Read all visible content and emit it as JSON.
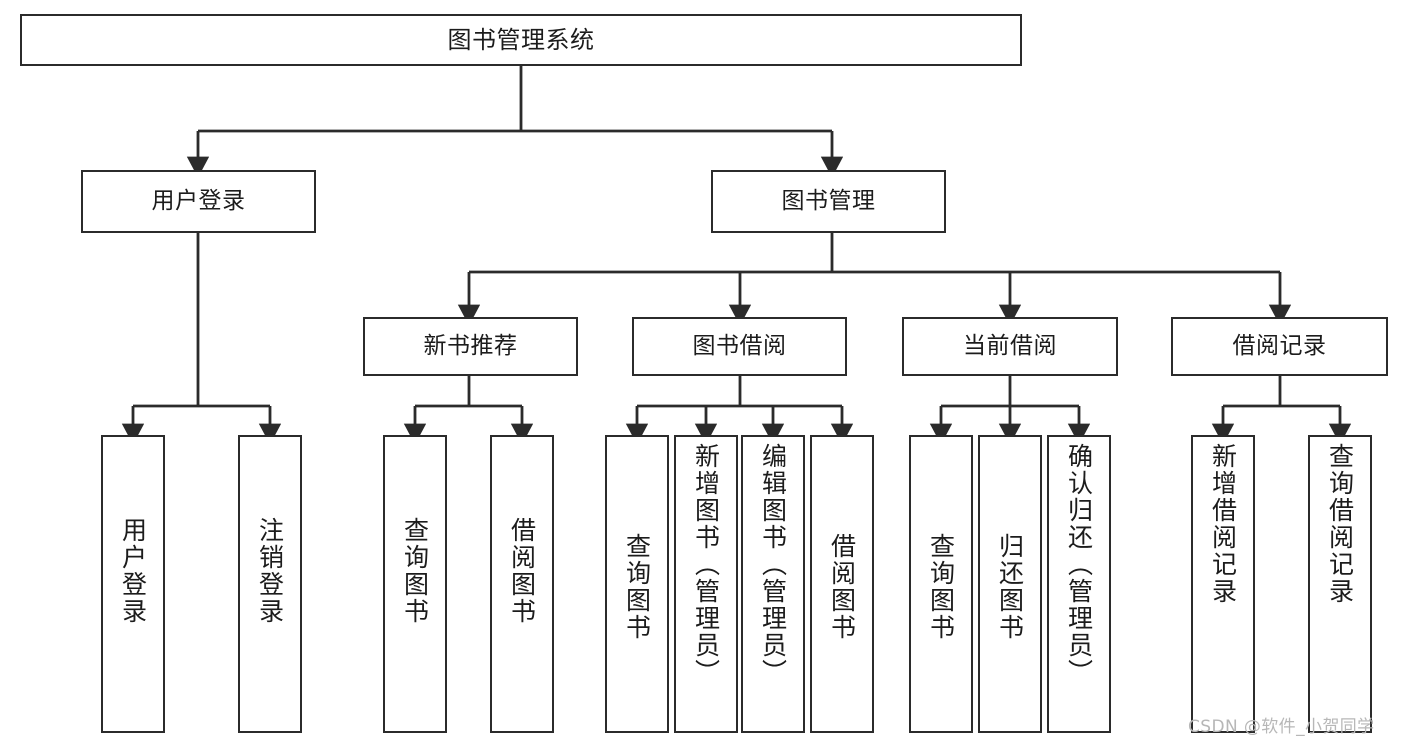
{
  "diagram": {
    "title": "图书管理系统",
    "type": "tree-hierarchy",
    "root": {
      "id": "root",
      "label": "图书管理系统"
    },
    "level1": [
      {
        "id": "user-login",
        "label": "用户登录"
      },
      {
        "id": "book-manage",
        "label": "图书管理"
      }
    ],
    "level2": [
      {
        "id": "new-book-recommend",
        "label": "新书推荐",
        "parent": "book-manage"
      },
      {
        "id": "book-borrow",
        "label": "图书借阅",
        "parent": "book-manage"
      },
      {
        "id": "current-borrow",
        "label": "当前借阅",
        "parent": "book-manage"
      },
      {
        "id": "borrow-record",
        "label": "借阅记录",
        "parent": "book-manage"
      }
    ],
    "leaves": [
      {
        "id": "leaf-user-login",
        "label": "用户登录",
        "parent": "user-login"
      },
      {
        "id": "leaf-logout-login",
        "label": "注销登录",
        "parent": "user-login"
      },
      {
        "id": "leaf-query-book-1",
        "label": "查询图书",
        "parent": "new-book-recommend"
      },
      {
        "id": "leaf-borrow-book-1",
        "label": "借阅图书",
        "parent": "new-book-recommend"
      },
      {
        "id": "leaf-query-book-2",
        "label": "查询图书",
        "parent": "book-borrow"
      },
      {
        "id": "leaf-add-book",
        "label": "新增图书（管理员）",
        "parent": "book-borrow"
      },
      {
        "id": "leaf-edit-book",
        "label": "编辑图书（管理员）",
        "parent": "book-borrow"
      },
      {
        "id": "leaf-borrow-book-2",
        "label": "借阅图书",
        "parent": "book-borrow"
      },
      {
        "id": "leaf-query-book-3",
        "label": "查询图书",
        "parent": "current-borrow"
      },
      {
        "id": "leaf-return-book",
        "label": "归还图书",
        "parent": "current-borrow"
      },
      {
        "id": "leaf-confirm-return",
        "label": "确认归还（管理员）",
        "parent": "current-borrow"
      },
      {
        "id": "leaf-add-record",
        "label": "新增借阅记录",
        "parent": "borrow-record"
      },
      {
        "id": "leaf-query-record",
        "label": "查询借阅记录",
        "parent": "borrow-record"
      }
    ]
  },
  "watermark": {
    "text": "CSDN @软件_小贺同学"
  },
  "colors": {
    "border": "#2b2b2b",
    "text": "#1c1c1c",
    "background": "#ffffff",
    "watermark": "#b7b7b7"
  }
}
